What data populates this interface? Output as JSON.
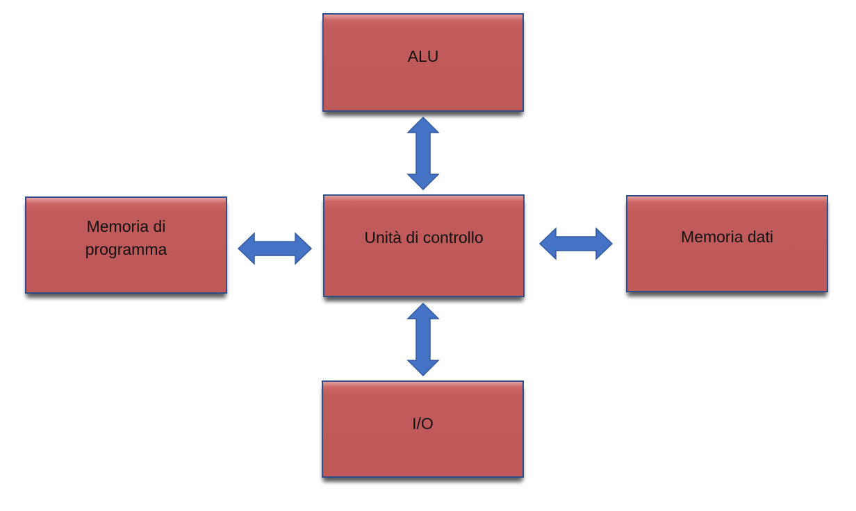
{
  "diagram": {
    "nodes": {
      "alu": "ALU",
      "control_unit": "Unità di controllo",
      "program_memory": "Memoria di programma",
      "data_memory": "Memoria dati",
      "io": "I/O"
    },
    "edges": [
      {
        "from": "control_unit",
        "to": "alu",
        "style": "double-arrow"
      },
      {
        "from": "control_unit",
        "to": "program_memory",
        "style": "double-arrow"
      },
      {
        "from": "control_unit",
        "to": "data_memory",
        "style": "double-arrow"
      },
      {
        "from": "control_unit",
        "to": "io",
        "style": "double-arrow"
      }
    ],
    "colors": {
      "box_fill": "#c05a5a",
      "box_border": "#2F4E8C",
      "arrow_fill": "#4472C4"
    }
  }
}
